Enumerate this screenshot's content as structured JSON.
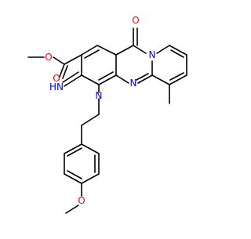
{
  "molecule": {
    "atom_labels": {
      "ester_O_ether": "O",
      "ester_O_carbonyl": "O",
      "ketone_O": "O",
      "N_ring_fused": "N",
      "N_imine": "HN",
      "N_ring_amine": "N",
      "N_ring_imine": "N",
      "methoxy_O": "O"
    },
    "colors": {
      "bond": "#000000",
      "oxygen": "#ff0000",
      "nitrogen": "#0000ff"
    }
  }
}
